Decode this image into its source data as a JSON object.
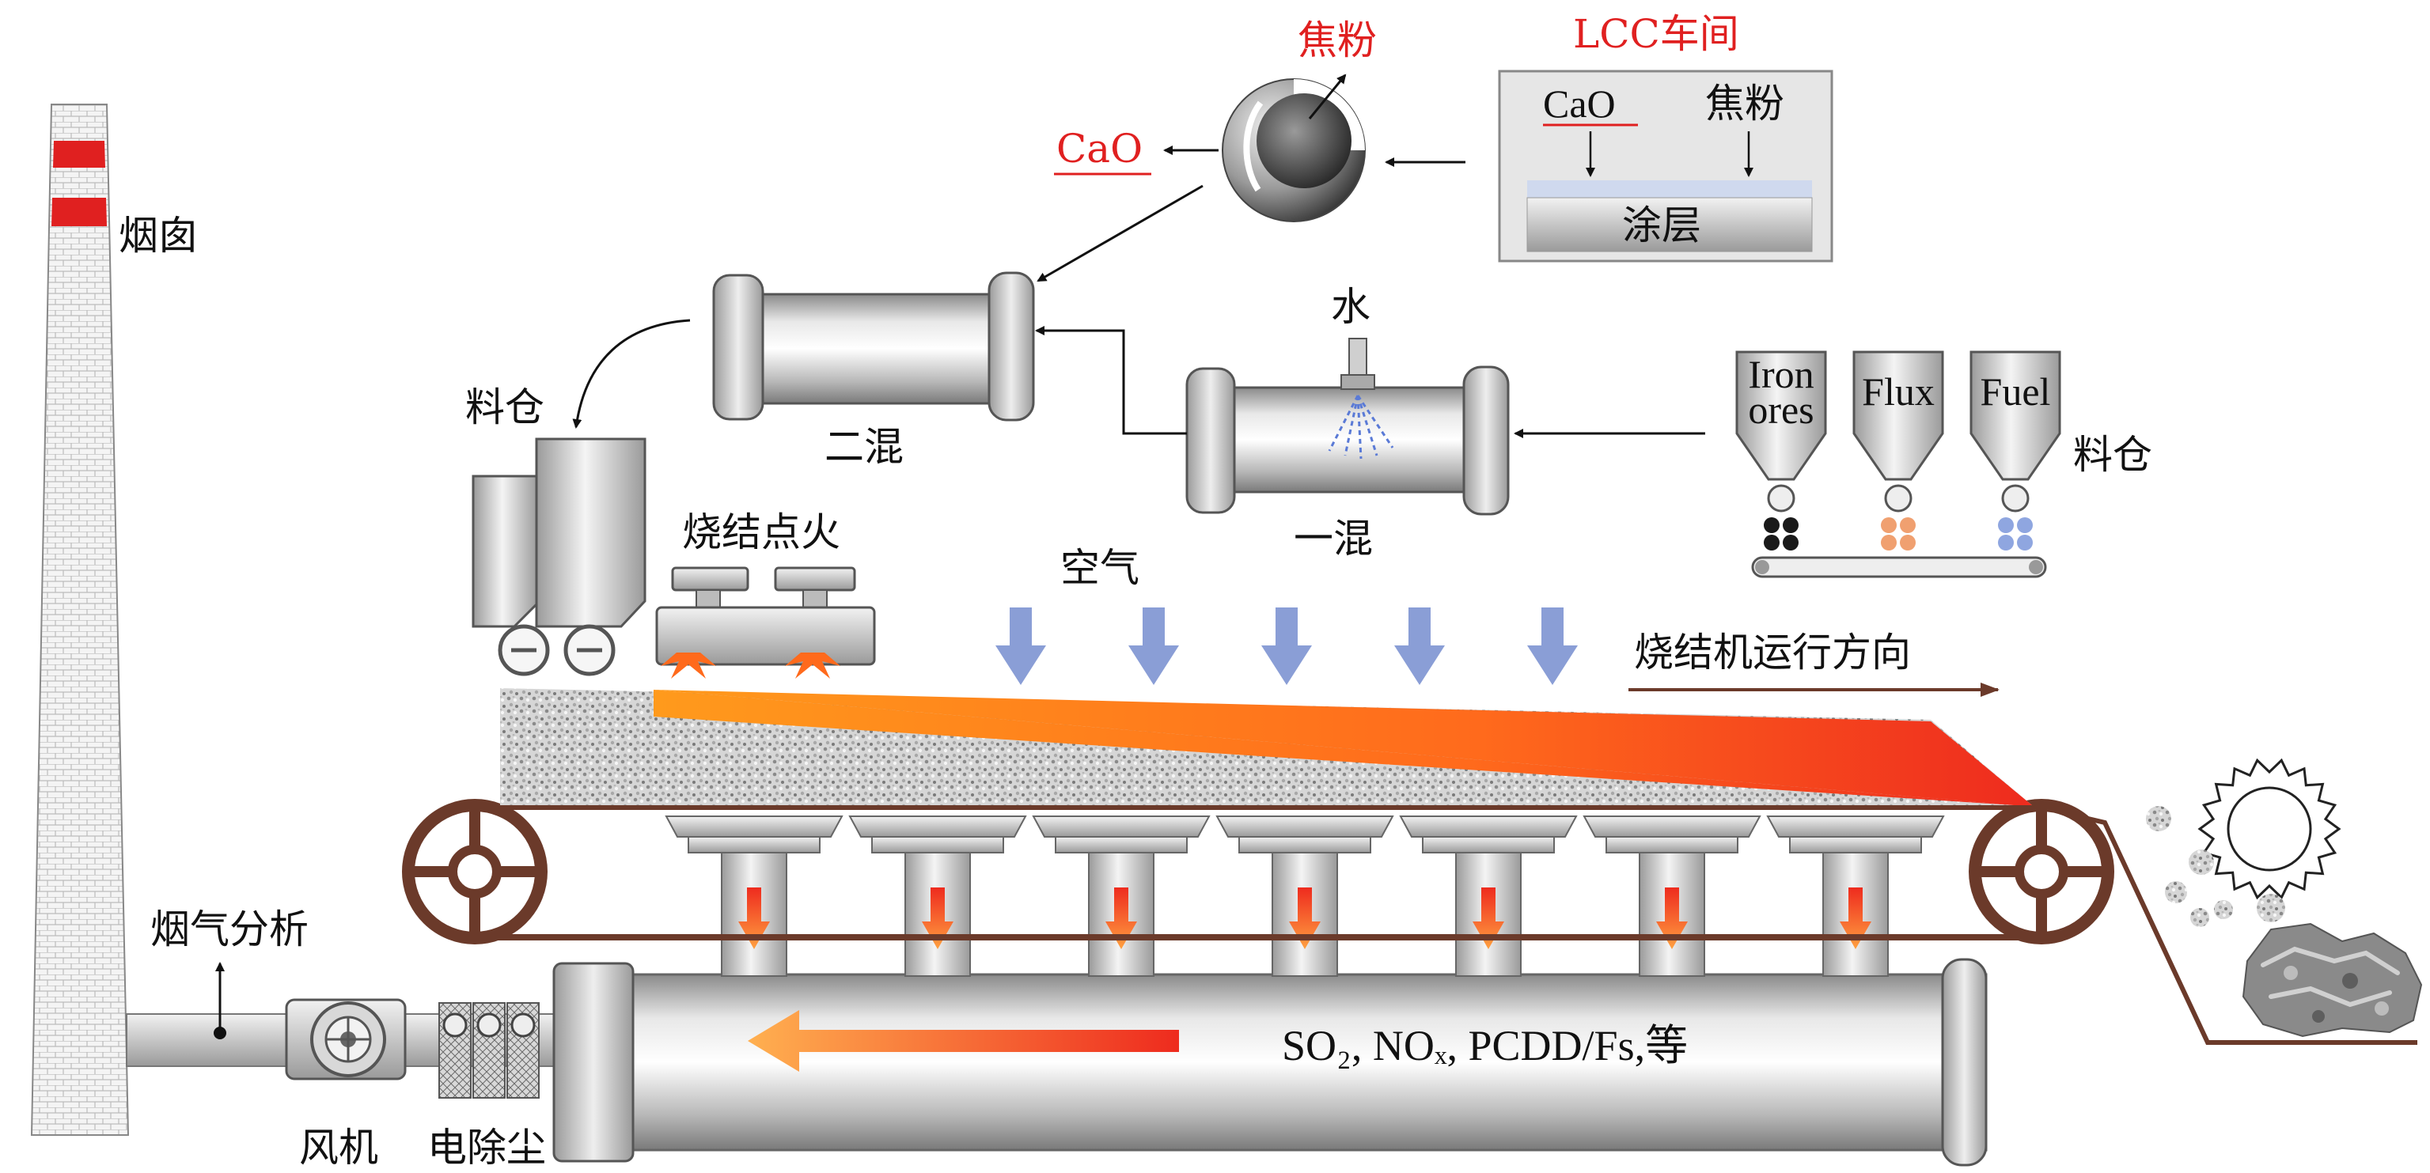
{
  "colors": {
    "red_label": "#e02020",
    "air_arrow": "#8a9ed6",
    "belt": "#6b3a2a",
    "hot_orange": "#ff8a1c",
    "hot_red": "#ee2b1e",
    "chimney_band": "#e02020"
  },
  "labels": {
    "chimney": "烟囱",
    "flue_gas_analysis": "烟气分析",
    "fan": "风机",
    "esp": "电除尘",
    "bin_left": "料仓",
    "bin_right": "料仓",
    "ignition": "烧结点火",
    "air": "空气",
    "direction": "烧结机运行方向",
    "mixer2": "二混",
    "mixer1": "一混",
    "water": "水",
    "lcc_title": "LCC车间",
    "lcc_cao": "CaO",
    "lcc_coke": "焦粉",
    "coating": "涂层",
    "particle_coke": "焦粉",
    "particle_cao": "CaO",
    "flue_gas": "SO₂, NOₓ, PCDD/Fs,等"
  },
  "hoppers": [
    {
      "label_line1": "Iron",
      "label_line2": "ores",
      "dot_color": "#1a1a1a"
    },
    {
      "label_line1": "Flux",
      "label_line2": "",
      "dot_color": "#f0a070"
    },
    {
      "label_line1": "Fuel",
      "label_line2": "",
      "dot_color": "#8fa6e0"
    }
  ],
  "icons": {
    "air_arrows": 5,
    "windboxes": 7
  }
}
